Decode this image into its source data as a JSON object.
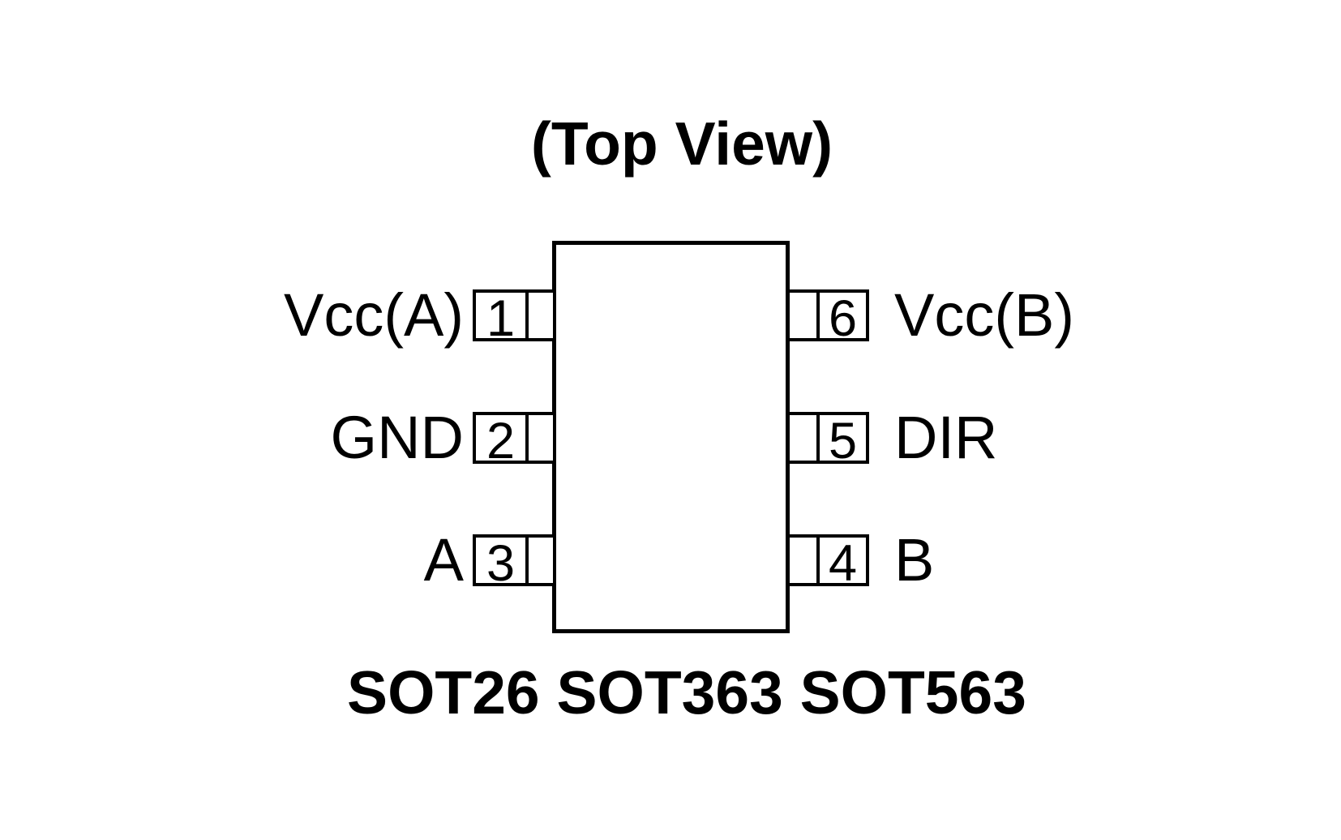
{
  "title": "(Top View)",
  "caption": "SOT26 SOT363 SOT563",
  "colors": {
    "line": "#000000",
    "background": "#ffffff"
  },
  "package": {
    "view": "Top View",
    "left_pins": [
      {
        "number": "1",
        "label": "Vcc(A)"
      },
      {
        "number": "2",
        "label": "GND"
      },
      {
        "number": "3",
        "label": "A"
      }
    ],
    "right_pins": [
      {
        "number": "6",
        "label": "Vcc(B)"
      },
      {
        "number": "5",
        "label": "DIR"
      },
      {
        "number": "4",
        "label": "B"
      }
    ]
  }
}
